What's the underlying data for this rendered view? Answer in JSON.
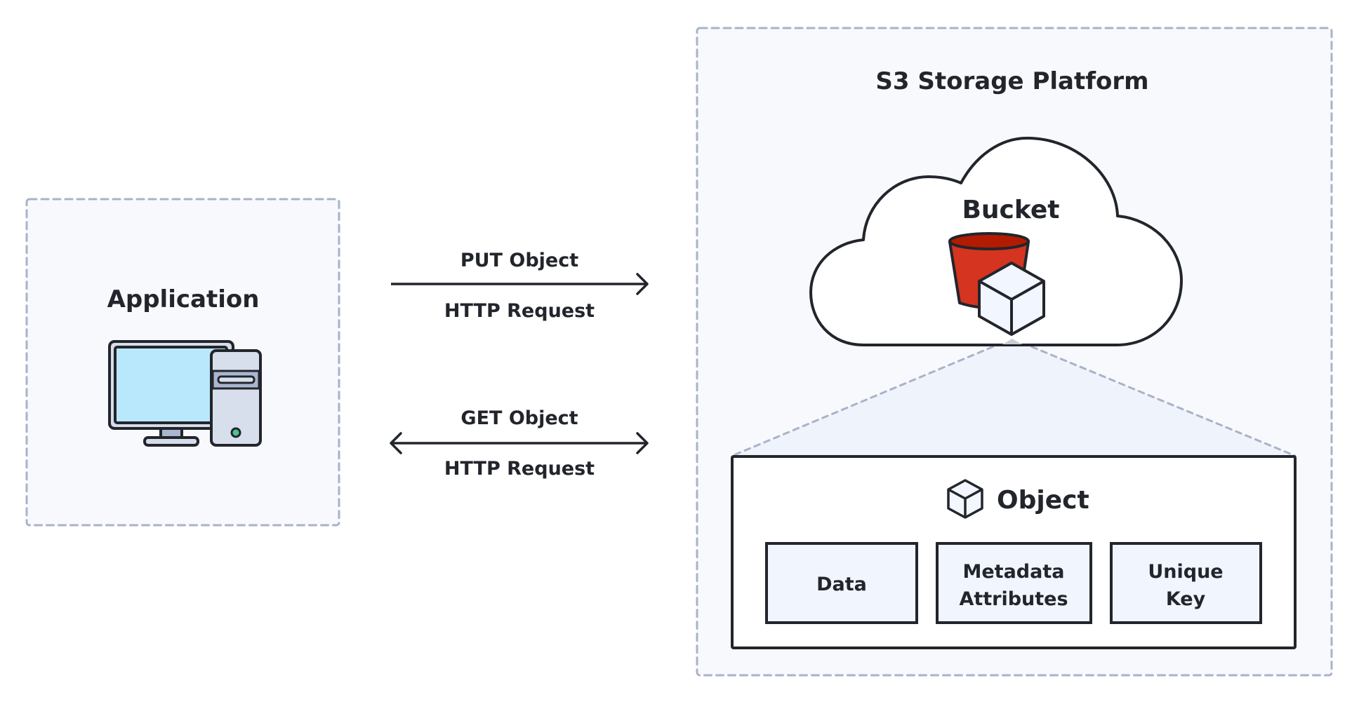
{
  "application": {
    "title": "Application",
    "icon": "desktop-computer-icon"
  },
  "requests": [
    {
      "method_label": "PUT Object",
      "protocol_label": "HTTP Request",
      "direction": "one-way-to-storage"
    },
    {
      "method_label": "GET Object",
      "protocol_label": "HTTP Request",
      "direction": "bidirectional"
    }
  ],
  "platform": {
    "title": "S3 Storage Platform",
    "bucket": {
      "label": "Bucket",
      "icon": "bucket-icon",
      "bucket_color": "#d43420",
      "bucket_inner_color": "#b31b00"
    },
    "object": {
      "label": "Object",
      "icon": "cube-icon",
      "parts": [
        {
          "lines": [
            "Data"
          ]
        },
        {
          "lines": [
            "Metadata",
            "Attributes"
          ]
        },
        {
          "lines": [
            "Unique",
            "Key"
          ]
        }
      ]
    }
  },
  "colors": {
    "text": "#22252b",
    "dashed_border": "#a9b3c8",
    "panel_bg": "#f8f9fd",
    "box_fill": "#f1f5fe",
    "screen": "#b9e8fd",
    "led": "#4cc38a"
  }
}
